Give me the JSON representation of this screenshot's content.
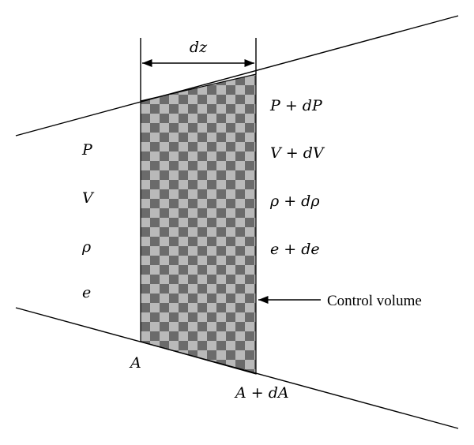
{
  "labels": {
    "width_label": "dz",
    "inlet_pressure": "P",
    "inlet_velocity": "V",
    "inlet_density": "ρ",
    "inlet_energy": "e",
    "outlet_pressure": "P + dP",
    "outlet_velocity": "V + dV",
    "outlet_density": "ρ + dρ",
    "outlet_energy": "e + de",
    "control_volume": "Control volume",
    "inlet_area": "A",
    "outlet_area": "A + dA"
  },
  "colors": {
    "check_dark": "#6b6b6b",
    "check_light": "#b9b9b9",
    "lines": "#000000"
  }
}
